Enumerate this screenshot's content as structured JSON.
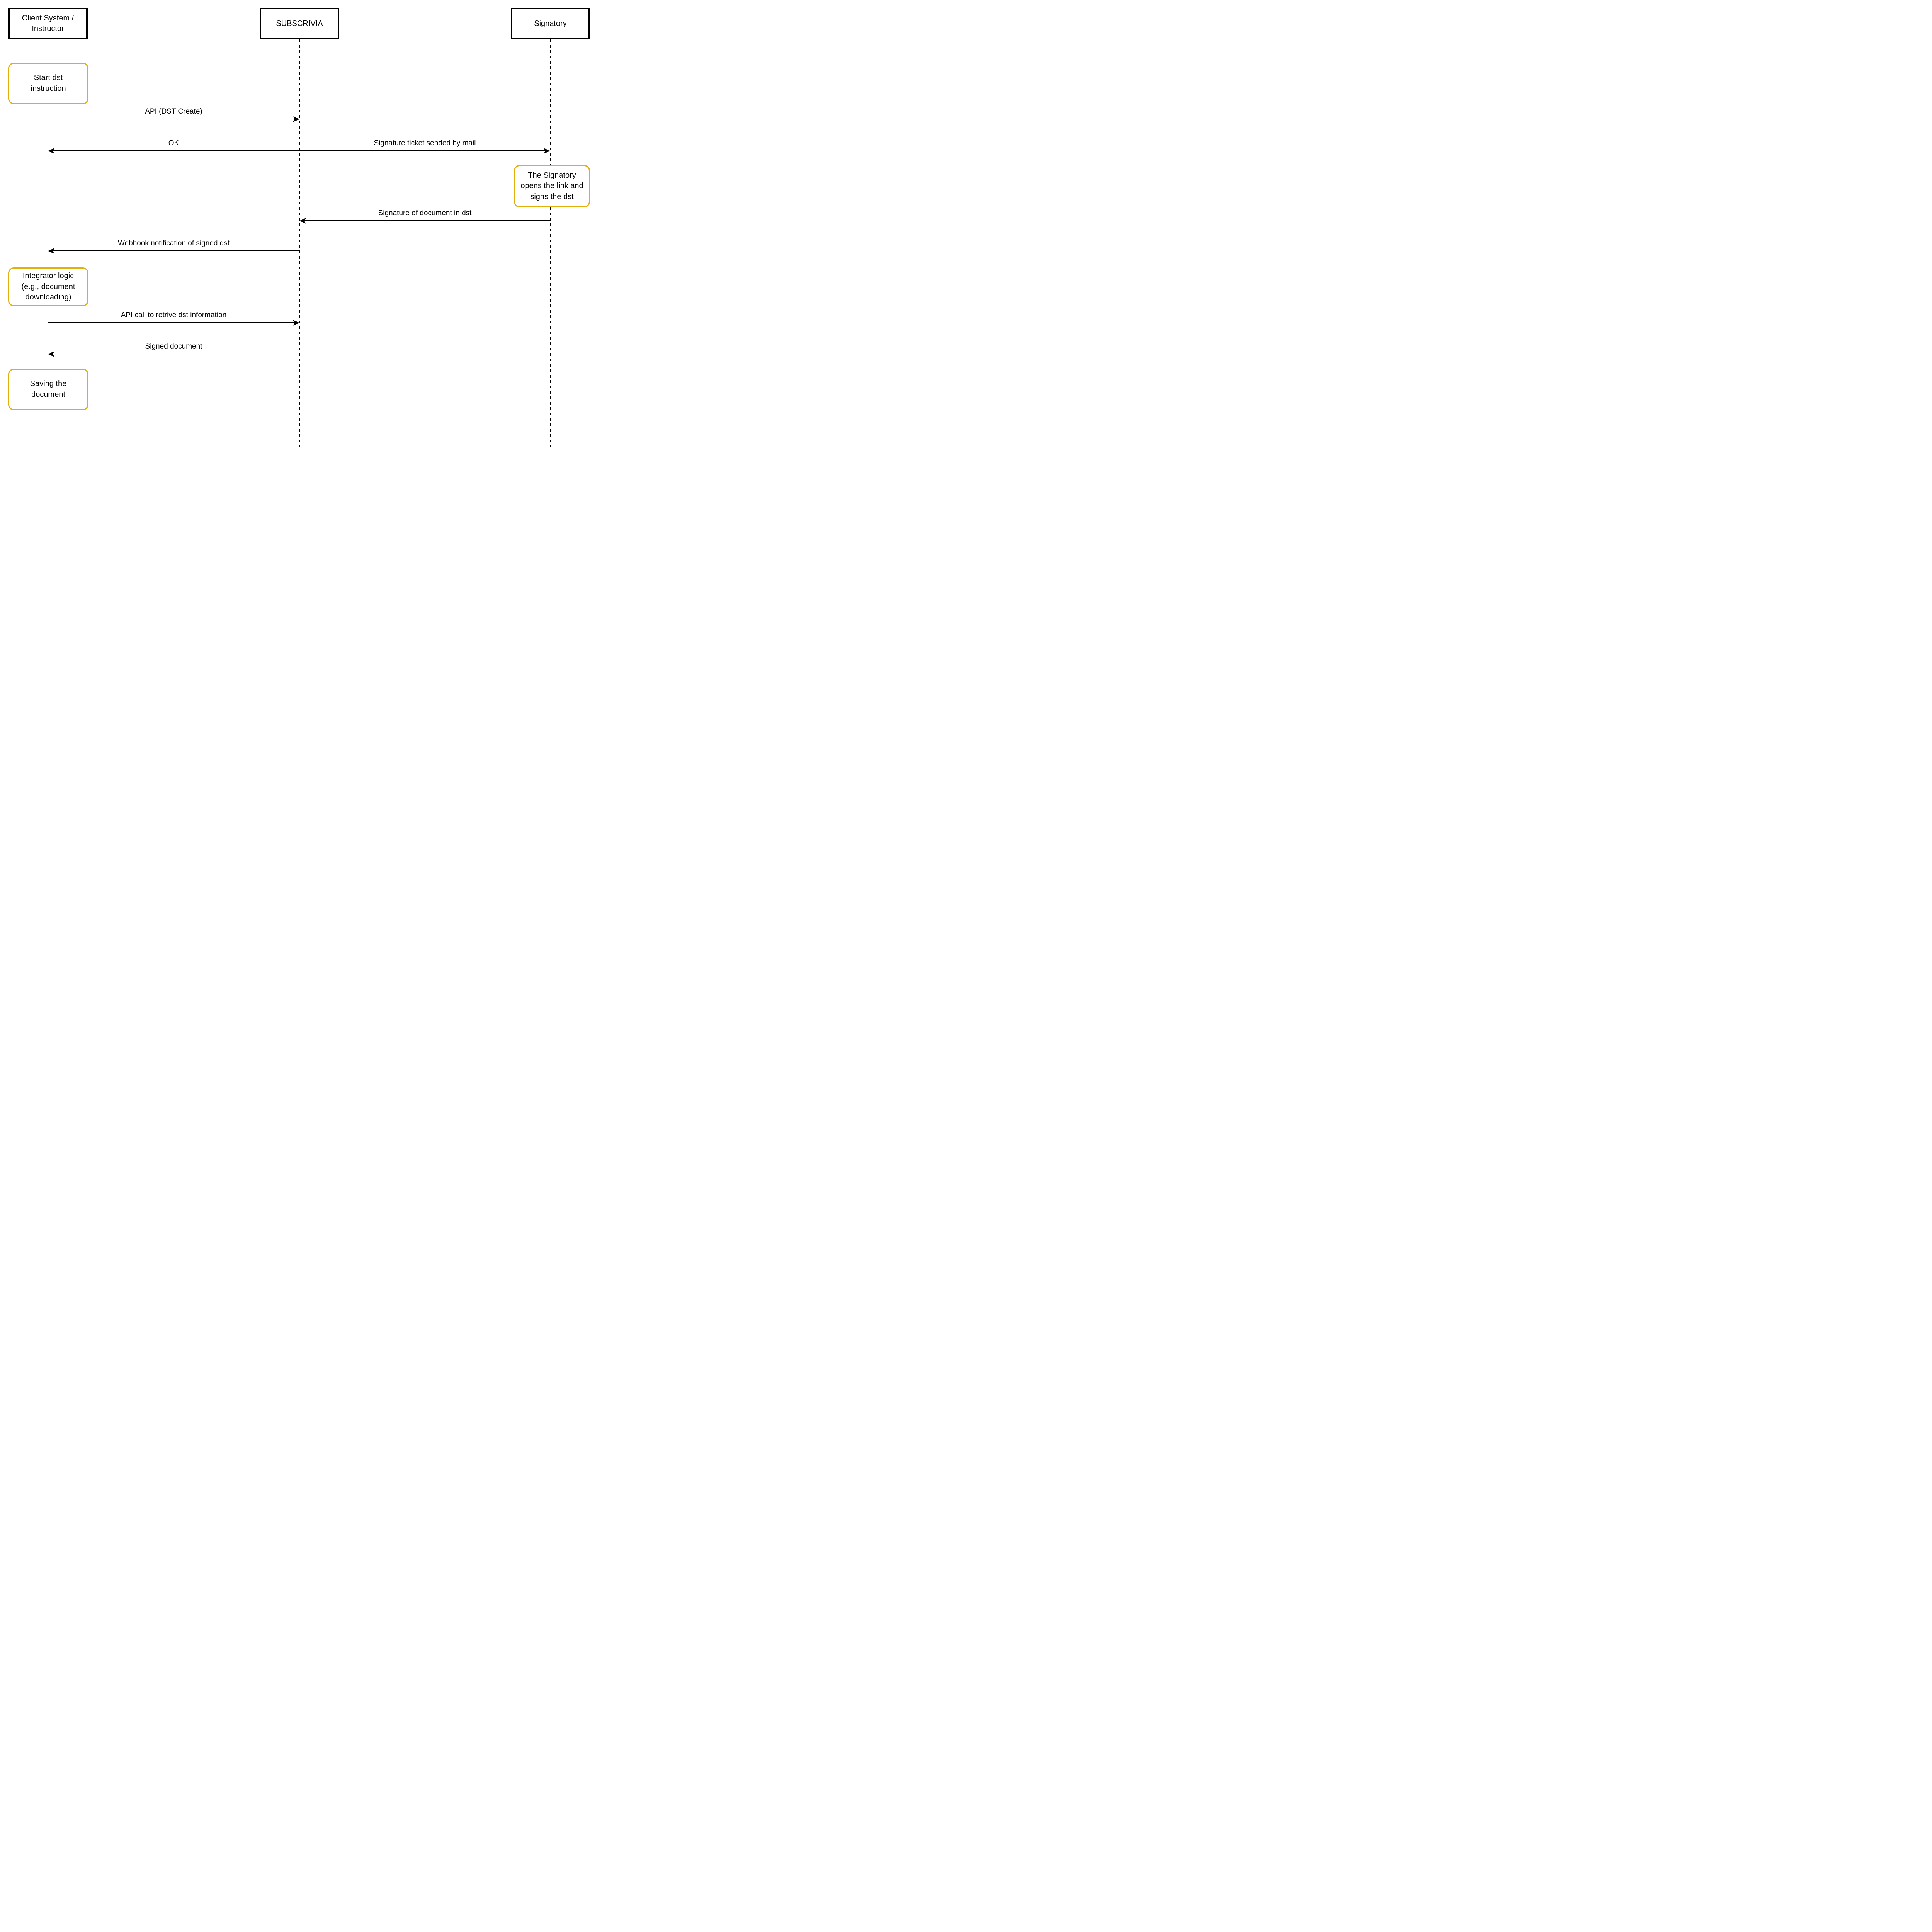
{
  "diagram": {
    "type": "sequence-diagram",
    "background_color": "#ffffff",
    "line_color": "#000000",
    "note_border_color": "#E1B00C",
    "actors": [
      {
        "id": "client",
        "label": "Client System /\nInstructor"
      },
      {
        "id": "subscrivia",
        "label": "SUBSCRIVIA"
      },
      {
        "id": "signatory",
        "label": "Signatory"
      }
    ],
    "notes": [
      {
        "id": "start-dst",
        "actor": "client",
        "text": "Start dst\ninstruction"
      },
      {
        "id": "signatory-signs",
        "actor": "signatory",
        "text": "The Signatory\nopens the link and\nsigns the dst"
      },
      {
        "id": "integrator-logic",
        "actor": "client",
        "text": "Integrator logic\n(e.g., document\ndownloading)"
      },
      {
        "id": "saving-document",
        "actor": "client",
        "text": "Saving the\ndocument"
      }
    ],
    "messages": [
      {
        "label": "API (DST Create)",
        "from": "client",
        "to": "subscrivia",
        "direction": "right"
      },
      {
        "label": "OK",
        "from": "subscrivia",
        "to": "client",
        "direction": "left"
      },
      {
        "label": "Signature ticket sended by mail",
        "from": "subscrivia",
        "to": "signatory",
        "direction": "right"
      },
      {
        "label": "Signature of document in dst",
        "from": "signatory",
        "to": "subscrivia",
        "direction": "left"
      },
      {
        "label": "Webhook notification of signed dst",
        "from": "subscrivia",
        "to": "client",
        "direction": "left"
      },
      {
        "label": "API call to retrive dst information",
        "from": "client",
        "to": "subscrivia",
        "direction": "right"
      },
      {
        "label": "Signed document",
        "from": "subscrivia",
        "to": "client",
        "direction": "left"
      }
    ]
  }
}
